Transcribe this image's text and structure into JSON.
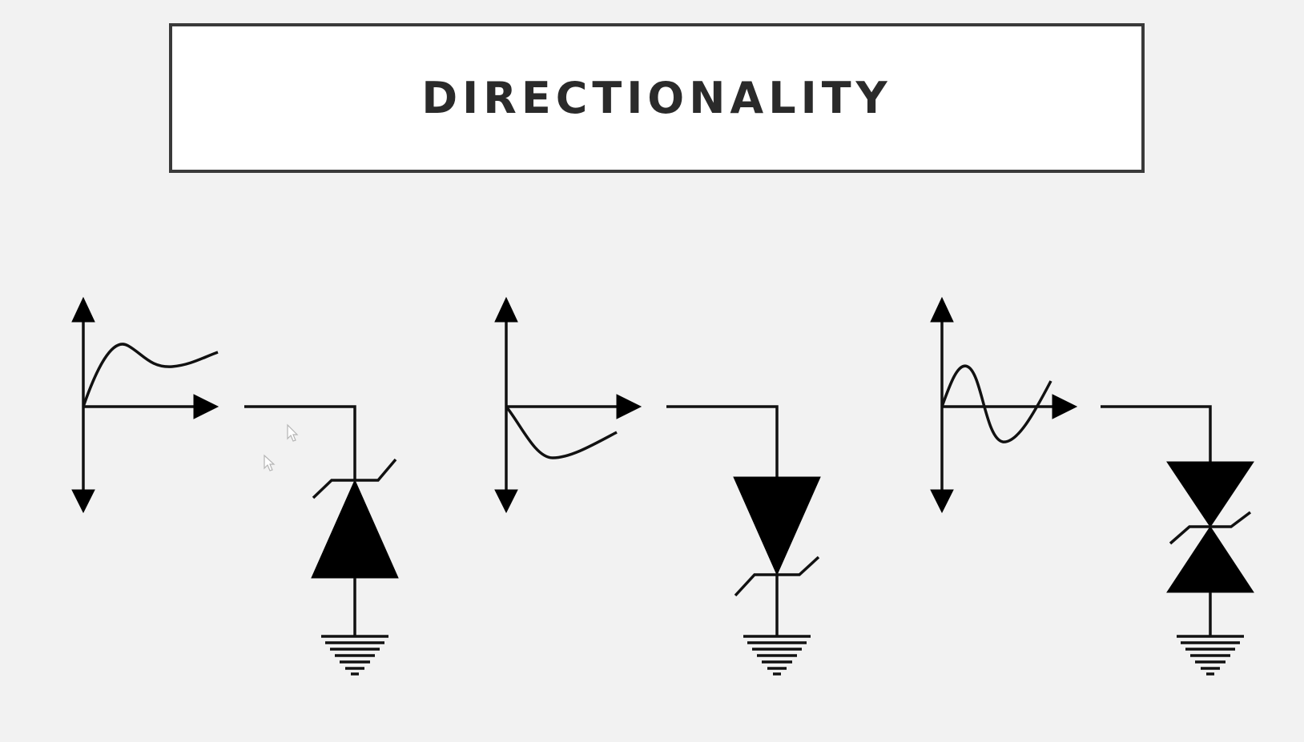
{
  "slide": {
    "title": "DIRECTIONALITY"
  },
  "diagram": {
    "panels": [
      {
        "id": "unidirectional-positive",
        "response": "positive-overshoot",
        "device": "zener-diode-anode-down"
      },
      {
        "id": "unidirectional-negative",
        "response": "negative-dip",
        "device": "zener-diode-cathode-down"
      },
      {
        "id": "bidirectional",
        "response": "oscillation",
        "device": "bidirectional-tvs-diode"
      }
    ],
    "colors": {
      "background": "#f2f2f2",
      "title_border": "#3a3a3a",
      "ink": "#000000"
    }
  }
}
